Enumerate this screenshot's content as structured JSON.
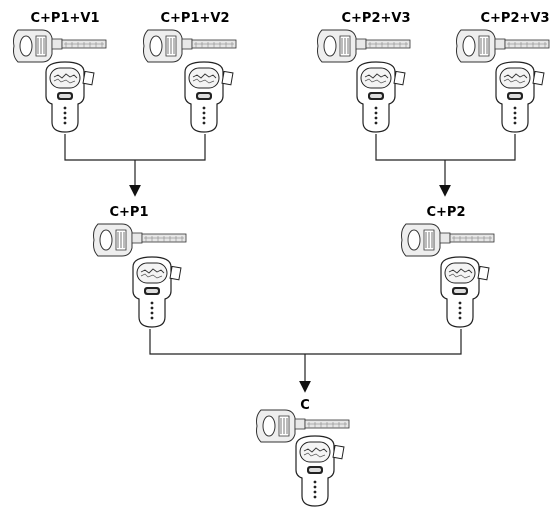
{
  "nodes": [
    {
      "id": "cp1v1",
      "label": "C+P1+V1"
    },
    {
      "id": "cp1v2",
      "label": "C+P1+V2"
    },
    {
      "id": "cp2v3a",
      "label": "C+P2+V3"
    },
    {
      "id": "cp2v3b",
      "label": "C+P2+V3"
    },
    {
      "id": "cp1",
      "label": "C+P1"
    },
    {
      "id": "cp2",
      "label": "C+P2"
    },
    {
      "id": "c",
      "label": "C"
    }
  ],
  "edges": [
    {
      "from": [
        "cp1v1",
        "cp1v2"
      ],
      "to": "cp1"
    },
    {
      "from": [
        "cp2v3a",
        "cp2v3b"
      ],
      "to": "cp2"
    },
    {
      "from": [
        "cp1",
        "cp2"
      ],
      "to": "c"
    }
  ],
  "icons": {
    "key": "key-icon",
    "cylinder": "lock-cylinder-icon"
  }
}
